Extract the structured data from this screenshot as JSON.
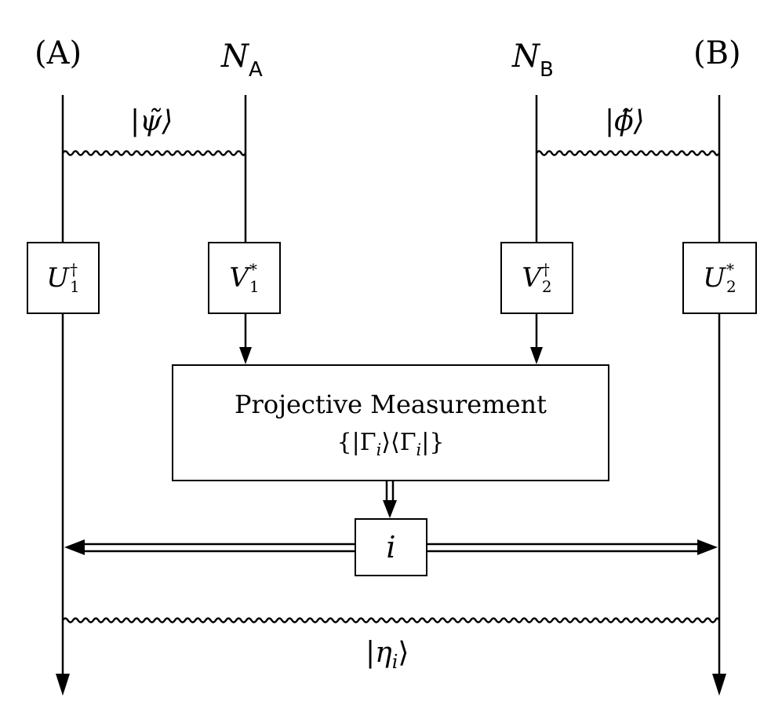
{
  "labels": {
    "party_a": "(A)",
    "party_b": "(B)",
    "node_a_base": "N",
    "node_a_sub": "A",
    "node_b_base": "N",
    "node_b_sub": "B",
    "state_psi": "|ψ̃⟩",
    "state_phi": "|ϕ̃⟩",
    "state_eta_open": "|",
    "state_eta_var": "η",
    "state_eta_sub": "i",
    "state_eta_close": "⟩"
  },
  "gates": [
    {
      "op": "U",
      "sup": "†",
      "sub": "1"
    },
    {
      "op": "V",
      "sup": "*",
      "sub": "1"
    },
    {
      "op": "V",
      "sup": "†",
      "sub": "2"
    },
    {
      "op": "U",
      "sup": "*",
      "sub": "2"
    }
  ],
  "measurement": {
    "title": "Projective Measurement",
    "set_open": "{|Γ",
    "set_sub1": "i",
    "set_mid": "⟩⟨Γ",
    "set_sub2": "i",
    "set_close": "|}"
  },
  "outcome": {
    "label": "i"
  }
}
